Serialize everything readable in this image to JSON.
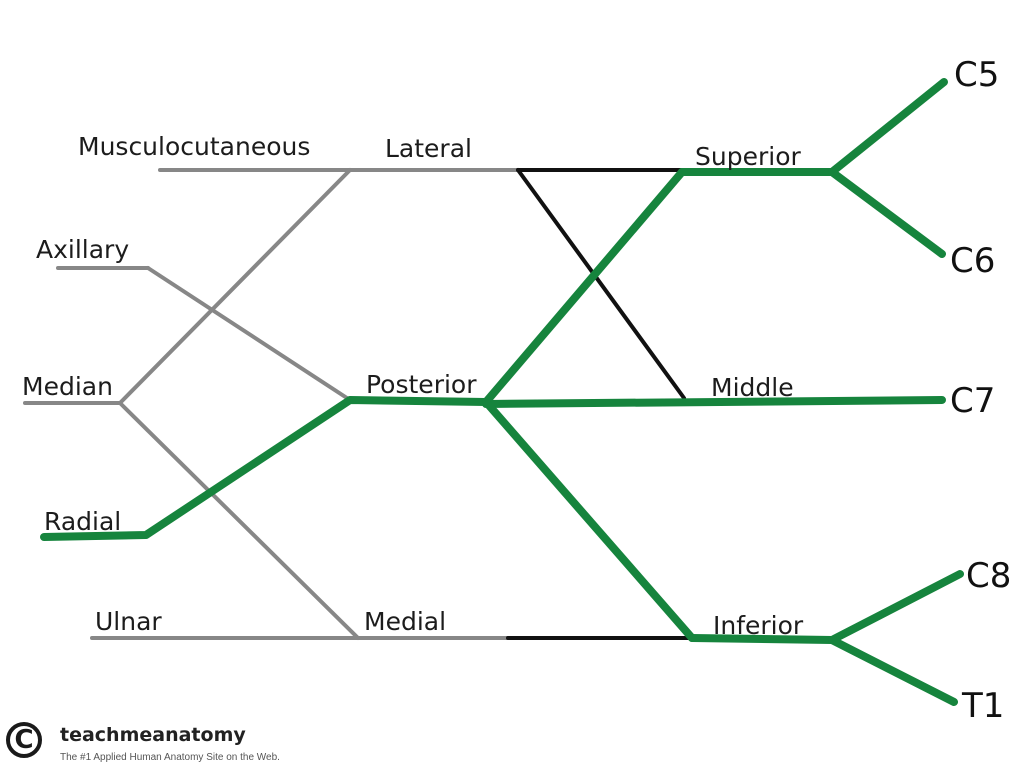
{
  "branches": [
    "Musculocutaneous",
    "Axillary",
    "Median",
    "Radial",
    "Ulnar"
  ],
  "cords": [
    "Lateral",
    "Posterior",
    "Medial"
  ],
  "trunks": [
    "Superior",
    "Middle",
    "Inferior"
  ],
  "roots": [
    "C5",
    "C6",
    "C7",
    "C8",
    "T1"
  ],
  "branch_colors": {
    "gray": "#878787",
    "black": "#111111",
    "green": "#16843d"
  },
  "logo": {
    "icon": "copyright-icon",
    "symbol": "C",
    "name": "teachmeanatomy",
    "tagline": "The #1 Applied Human Anatomy Site on the Web."
  }
}
